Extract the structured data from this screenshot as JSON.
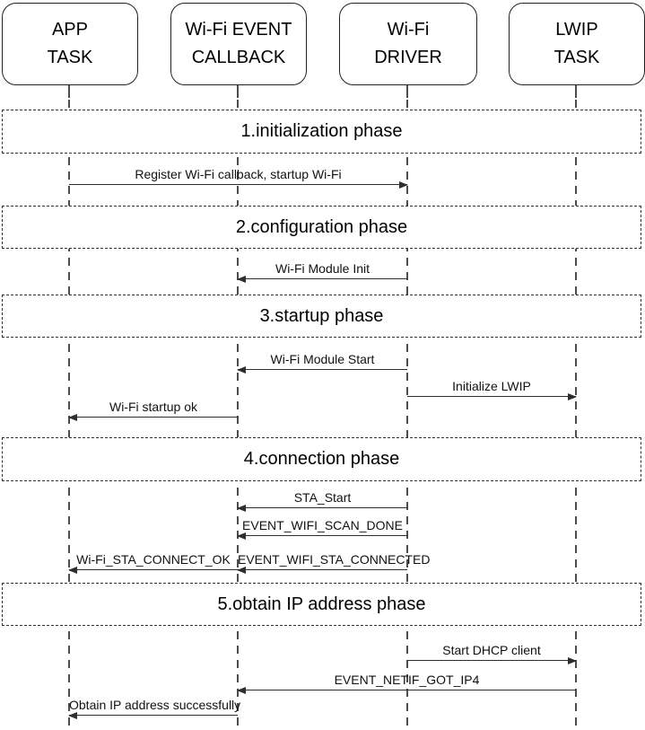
{
  "actors": [
    {
      "name": "APP TASK",
      "label": "APP\nTASK"
    },
    {
      "name": "Wi-Fi EVENT CALLBACK",
      "label": "Wi-Fi EVENT\nCALLBACK"
    },
    {
      "name": "Wi-Fi DRIVER",
      "label": "Wi-Fi\nDRIVER"
    },
    {
      "name": "LWIP TASK",
      "label": "LWIP\nTASK"
    }
  ],
  "phases": [
    {
      "title": "1.initialization phase"
    },
    {
      "title": "2.configuration phase"
    },
    {
      "title": "3.startup phase"
    },
    {
      "title": "4.connection phase"
    },
    {
      "title": "5.obtain IP address phase"
    }
  ],
  "messages": [
    {
      "label": "Register Wi-Fi callback, startup Wi-Fi",
      "from": "APP TASK",
      "to": "Wi-Fi DRIVER",
      "direction": "right"
    },
    {
      "label": "Wi-Fi Module Init",
      "from": "Wi-Fi DRIVER",
      "to": "Wi-Fi EVENT CALLBACK",
      "direction": "left"
    },
    {
      "label": "Wi-Fi Module Start",
      "from": "Wi-Fi DRIVER",
      "to": "Wi-Fi EVENT CALLBACK",
      "direction": "left"
    },
    {
      "label": "Initialize LWIP",
      "from": "Wi-Fi DRIVER",
      "to": "LWIP TASK",
      "direction": "right"
    },
    {
      "label": "Wi-Fi startup ok",
      "from": "Wi-Fi EVENT CALLBACK",
      "to": "APP TASK",
      "direction": "left"
    },
    {
      "label": "STA_Start",
      "from": "Wi-Fi DRIVER",
      "to": "Wi-Fi EVENT CALLBACK",
      "direction": "left"
    },
    {
      "label": "EVENT_WIFI_SCAN_DONE",
      "from": "Wi-Fi DRIVER",
      "to": "Wi-Fi EVENT CALLBACK",
      "direction": "left"
    },
    {
      "label": "Wi-Fi_STA_CONNECT_OK",
      "from": "Wi-Fi EVENT CALLBACK",
      "to": "APP TASK",
      "direction": "left"
    },
    {
      "label": "EVENT_WIFI_STA_CONNECTED",
      "from": "Wi-Fi DRIVER",
      "to": "Wi-Fi EVENT CALLBACK",
      "direction": "left"
    },
    {
      "label": "Start DHCP client",
      "from": "Wi-Fi DRIVER",
      "to": "LWIP TASK",
      "direction": "right"
    },
    {
      "label": "EVENT_NETIF_GOT_IP4",
      "from": "LWIP TASK",
      "to": "Wi-Fi EVENT CALLBACK",
      "direction": "left"
    },
    {
      "label": "Obtain IP address successfully",
      "from": "Wi-Fi EVENT CALLBACK",
      "to": "APP TASK",
      "direction": "left"
    }
  ],
  "colors": {
    "line": "#2e2e2e",
    "text": "#000000",
    "background": "#ffffff"
  }
}
